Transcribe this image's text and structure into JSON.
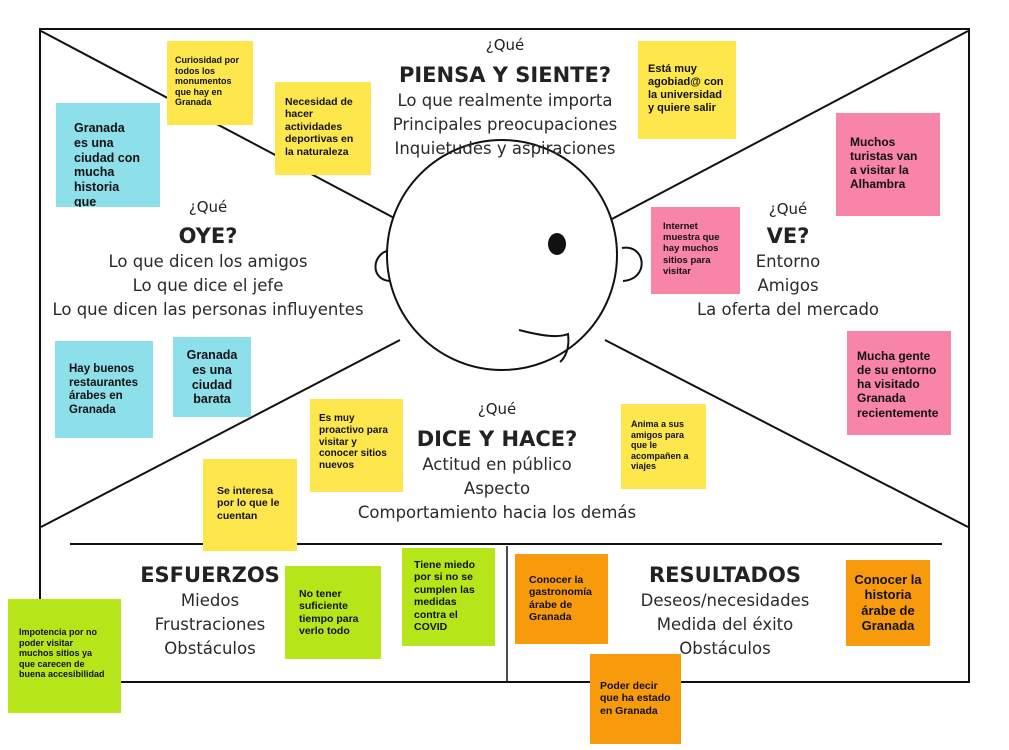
{
  "sections": {
    "piensa": {
      "question": "¿Qué",
      "title": "PIENSA Y SIENTE?",
      "lines": [
        "Lo que realmente importa",
        "Principales preocupaciones",
        "Inquietudes y aspiraciones"
      ]
    },
    "oye": {
      "question": "¿Qué",
      "title": "OYE?",
      "lines": [
        "Lo que dicen los amigos",
        "Lo que dice el jefe",
        "Lo que dicen las personas influyentes"
      ]
    },
    "ve": {
      "question": "¿Qué",
      "title": "VE?",
      "lines": [
        "Entorno",
        "Amigos",
        "La oferta del mercado"
      ]
    },
    "dice": {
      "question": "¿Qué",
      "title": "DICE Y HACE?",
      "lines": [
        "Actitud en público",
        "Aspecto",
        "Comportamiento hacia los demás"
      ]
    },
    "esfuerzos": {
      "title": "ESFUERZOS",
      "lines": [
        "Miedos",
        "Frustraciones",
        "Obstáculos"
      ]
    },
    "resultados": {
      "title": "RESULTADOS",
      "lines": [
        "Deseos/necesidades",
        "Medida del éxito",
        "Obstáculos"
      ]
    }
  },
  "notes": [
    {
      "text": "Curiosidad por todos los monumentos que hay en Granada",
      "color": "#fde74c"
    },
    {
      "text": "Necesidad de hacer actividades deportivas en la naturaleza",
      "color": "#fde74c"
    },
    {
      "text": "Está muy agobiad@ con la universidad y quiere salir",
      "color": "#fde74c"
    },
    {
      "text": "Granada es una ciudad con mucha historia que conocer",
      "color": "#8ddfe9"
    },
    {
      "text": "Muchos turistas van a visitar la Alhambra",
      "color": "#f884a8"
    },
    {
      "text": "Internet muestra que hay muchos sitios para visitar",
      "color": "#f884a8"
    },
    {
      "text": "Hay buenos restaurantes árabes en Granada",
      "color": "#8ddfe9"
    },
    {
      "text": "Granada es una ciudad barata",
      "color": "#8ddfe9"
    },
    {
      "text": "Mucha gente de su entorno ha visitado Granada recientemente",
      "color": "#f884a8"
    },
    {
      "text": "Es muy proactivo para visitar y conocer sitios nuevos",
      "color": "#fde74c"
    },
    {
      "text": "Anima a sus amigos para que le acompañen a viajes",
      "color": "#fde74c"
    },
    {
      "text": "Se interesa por lo que le cuentan",
      "color": "#fde74c"
    },
    {
      "text": "No tener suficiente tiempo para verlo todo",
      "color": "#b6e51a"
    },
    {
      "text": "Tiene miedo por si no se cumplen las medidas contra el COVID",
      "color": "#b6e51a"
    },
    {
      "text": "Impotencia por no poder visitar muchos sitios ya que carecen de buena accesibilidad",
      "color": "#b6e51a"
    },
    {
      "text": "Conocer la gastronomía árabe de Granada",
      "color": "#f79a0b"
    },
    {
      "text": "Conocer la historia árabe de Granada",
      "color": "#f79a0b"
    },
    {
      "text": "Poder decir que ha estado en Granada",
      "color": "#f79a0b"
    }
  ]
}
